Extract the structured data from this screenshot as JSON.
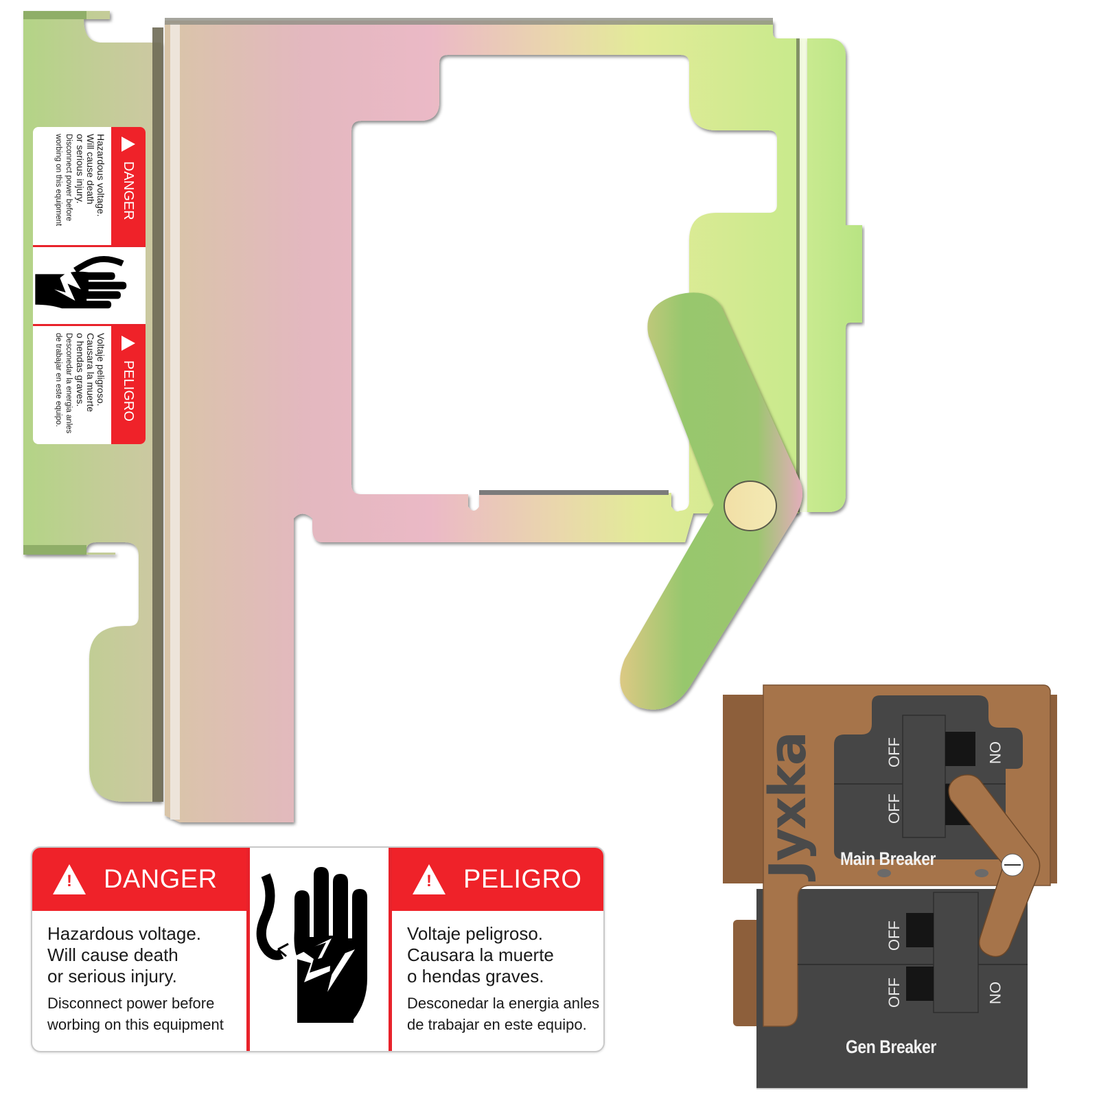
{
  "product": {
    "description": "Generator interlock kit plate with sliding lever and warning decal",
    "colors": {
      "plate_green": "#b7d98a",
      "plate_pink": "#e7b9c6",
      "plate_yellow": "#e3ec9c",
      "label_red": "#ef2229",
      "inset_brown": "#a6744a",
      "inset_dark": "#464646"
    }
  },
  "warning_label": {
    "icon": "electric-shock-hand-icon",
    "english": {
      "header": "DANGER",
      "icon": "warning-triangle-icon",
      "main_lines": [
        "Hazardous voltage.",
        "Will cause death",
        "or serious injury."
      ],
      "sub_lines": [
        "Disconnect power before",
        "worbing on this equipment"
      ]
    },
    "spanish": {
      "header": "PELIGRO",
      "icon": "warning-triangle-icon",
      "main_lines": [
        "Voltaje peligroso.",
        "Causara la muerte",
        "o hendas graves."
      ],
      "sub_lines": [
        "Desconedar la energia anles",
        "de trabajar en este equipo."
      ]
    }
  },
  "inset_diagram": {
    "brand": "Jyxka",
    "main_breaker": {
      "label": "Main Breaker",
      "switches": [
        {
          "left": "OFF",
          "right": "ON"
        },
        {
          "left": "OFF",
          "right": ""
        }
      ]
    },
    "gen_breaker": {
      "label": "Gen Breaker",
      "switches": [
        {
          "left": "OFF",
          "right": ""
        },
        {
          "left": "OFF",
          "right": "ON"
        }
      ]
    }
  }
}
